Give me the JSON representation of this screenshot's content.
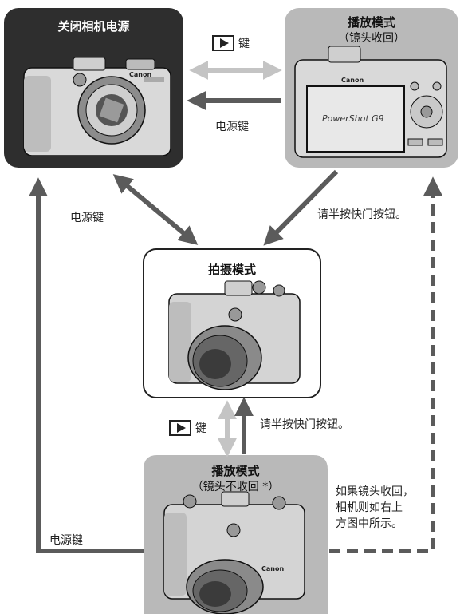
{
  "states": {
    "power_off": {
      "title": "关闭相机电源"
    },
    "playback_retracted": {
      "title": "播放模式",
      "subtitle": "（镜头收回）"
    },
    "shooting": {
      "title": "拍摄模式"
    },
    "playback_extended": {
      "title": "播放模式",
      "subtitle": "（镜头不收回 *）"
    }
  },
  "camera_text": {
    "brand": "Canon",
    "model": "PowerShot G9"
  },
  "labels": {
    "play_key_suffix": "键",
    "power_button": "电源键",
    "half_press": "请半按快门按钮。",
    "retract_note_lines": [
      "如果镜头收回，",
      "相机则如右上",
      "方图中所示。"
    ]
  },
  "colors": {
    "dark_box": "#2e2e2e",
    "gray_box": "#b9b9b9",
    "arrow_dark": "#5b5b5b",
    "arrow_light": "#c4c4c4"
  }
}
